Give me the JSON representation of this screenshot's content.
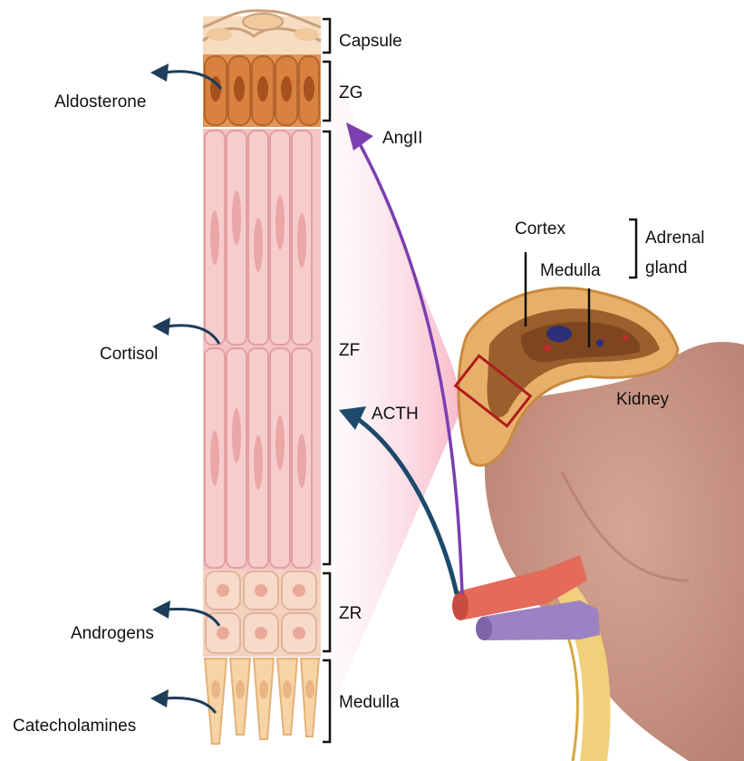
{
  "zones": {
    "capsule": "Capsule",
    "zg": "ZG",
    "zf": "ZF",
    "zr": "ZR",
    "medulla": "Medulla"
  },
  "hormones": {
    "aldosterone": "Aldosterone",
    "cortisol": "Cortisol",
    "androgens": "Androgens",
    "catecholamines": "Catecholamines"
  },
  "signals": {
    "angii": "AngII",
    "acth": "ACTH"
  },
  "gland": {
    "cortex": "Cortex",
    "medulla": "Medulla",
    "adrenal_line1": "Adrenal",
    "adrenal_line2": "gland",
    "kidney": "Kidney"
  },
  "colors": {
    "capsule": "#f6dcc0",
    "zg": "#d9823f",
    "zf": "#f5c4c4",
    "zr": "#f5d2c0",
    "medulla": "#f7d4a6",
    "angii_arrow": "#7b3fb0",
    "acth_arrow": "#1d4a6b",
    "kidney": "#c99686",
    "adrenal_cortex": "#e0a85a",
    "highlight_box": "#b01c1c"
  }
}
